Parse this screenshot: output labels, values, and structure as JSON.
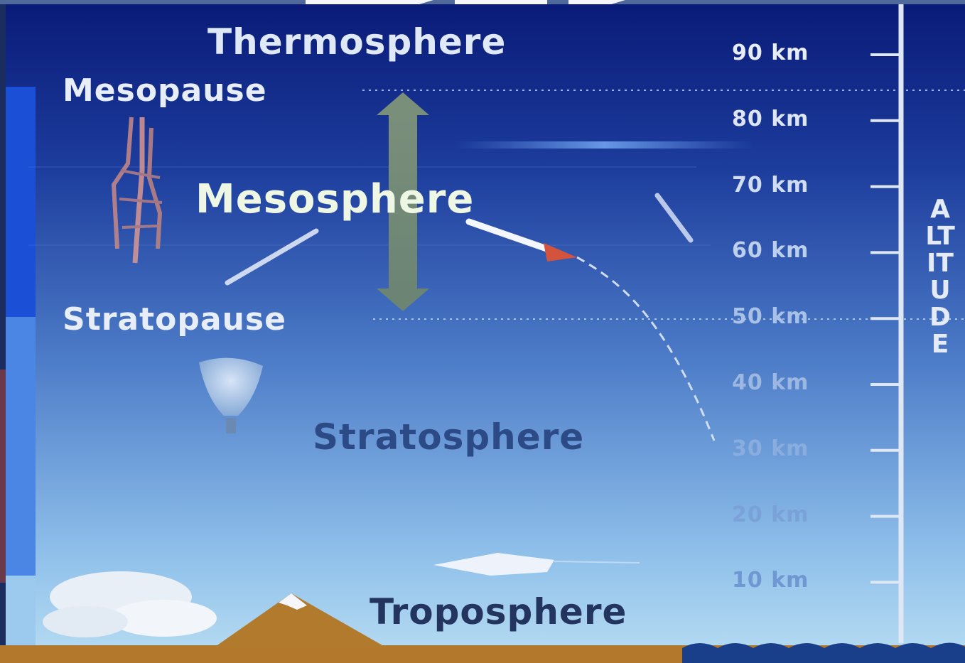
{
  "layers": {
    "thermosphere": "Thermosphere",
    "mesopause": "Mesopause",
    "mesosphere": "Mesosphere",
    "stratopause": "Stratopause",
    "stratosphere": "Stratosphere",
    "troposphere": "Troposphere"
  },
  "axis": {
    "title": "ALTITUDE",
    "ticks": [
      "90 km",
      "80 km",
      "70 km",
      "60 km",
      "50 km",
      "40 km",
      "30 km",
      "20 km",
      "10 km"
    ]
  },
  "colors": {
    "sky_top": "#0a1f7e",
    "sky_bottom": "#a8d2ee",
    "ground": "#b4782c",
    "ocean": "#1a3f8a",
    "mountain": "#b27a2c"
  },
  "icons": [
    "weather-balloon-icon",
    "rocket-icon",
    "meteor-icon",
    "airplane-icon",
    "cloud-icon",
    "mountain-icon",
    "aurora-icon"
  ]
}
